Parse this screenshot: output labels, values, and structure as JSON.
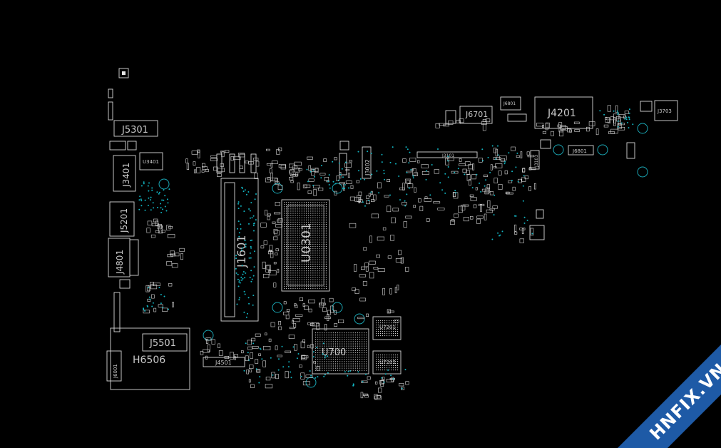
{
  "designators": {
    "J5301": "J5301",
    "U3401": "U3401",
    "J3401": "J3401",
    "J5201": "J5201",
    "J4801": "J4801",
    "J1601": "J1601",
    "U0301": "U0301",
    "J3002": "J3002",
    "J3101": "J3101",
    "J6701": "J6701",
    "J6801": "J6801",
    "J4201": "J4201",
    "J3703": "J3703",
    "J6801_b": "J6801",
    "J3103": "J3103",
    "J5501": "J5501",
    "H6506": "H6506",
    "J6001": "J6001",
    "J4501": "J4501",
    "U7001": "U700",
    "U7201": "U7201",
    "U7202": "U7202"
  },
  "watermark": {
    "text": "HNFIX.VN",
    "ribbon_color": "#1e5aa6",
    "x_color": "#e02020"
  },
  "colors": {
    "background": "#000000",
    "outline": "#d8d8d8",
    "via": "#11b3c0"
  }
}
